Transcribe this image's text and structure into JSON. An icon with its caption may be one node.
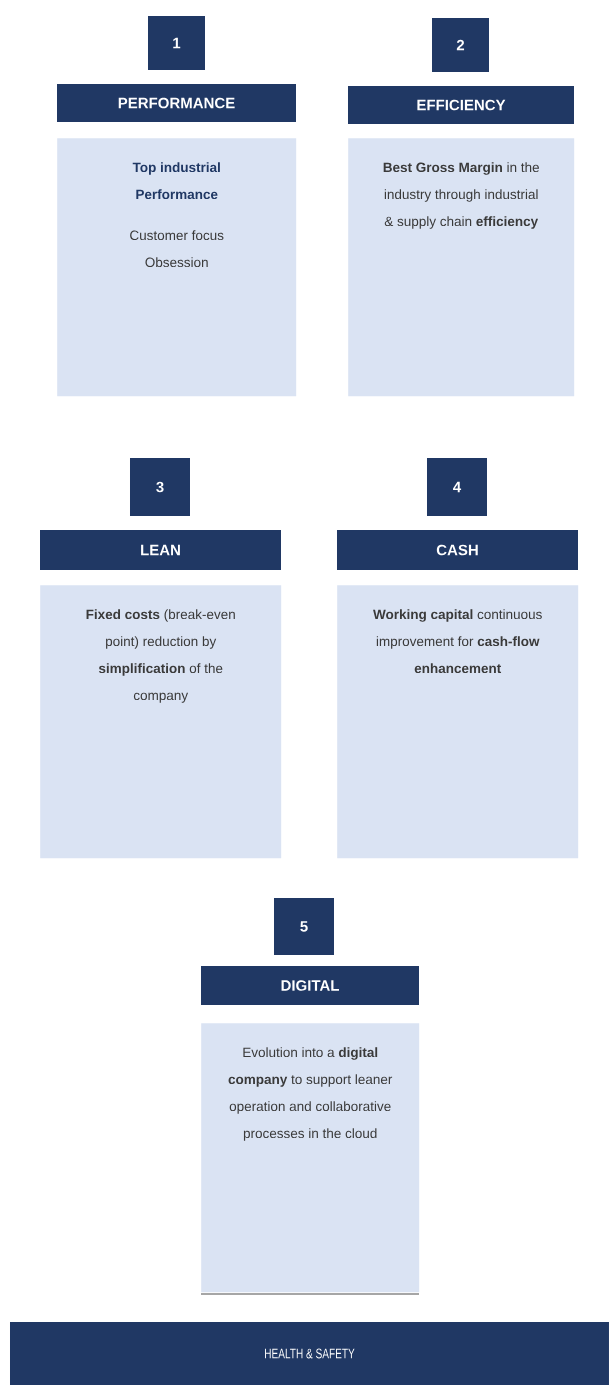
{
  "diagram": {
    "nodes": [
      {
        "text": [
          "1"
        ]
      },
      {
        "text": [
          "PERFORMANCE"
        ]
      },
      {
        "text": [
          "Top industrial Performance",
          "Customer focus Obsession"
        ]
      },
      {
        "text": [
          "2"
        ]
      },
      {
        "text": [
          "EFFICIENCY"
        ]
      },
      {
        "text": [
          "**Best Gross Margin** in the industry through industrial & supply chain **efficiency**"
        ]
      },
      {
        "text": [
          "3"
        ]
      },
      {
        "text": [
          "LEAN"
        ]
      },
      {
        "text": [
          "**Fixed costs** (break-even point) reduction by **simplification** of the company"
        ]
      },
      {
        "text": [
          "4"
        ]
      },
      {
        "text": [
          "CASH"
        ]
      },
      {
        "text": [
          "**Working capital** continuous improvement for **cash-flow enhancement**"
        ]
      },
      {
        "text": [
          "5"
        ]
      },
      {
        "text": [
          "DIGITAL"
        ]
      },
      {
        "text": [
          "Evolution into a **digital company** to support leaner operation and collaborative processes in the cloud"
        ]
      },
      {
        "text": [
          "HEALTH & SAFETY"
        ]
      }
    ]
  }
}
